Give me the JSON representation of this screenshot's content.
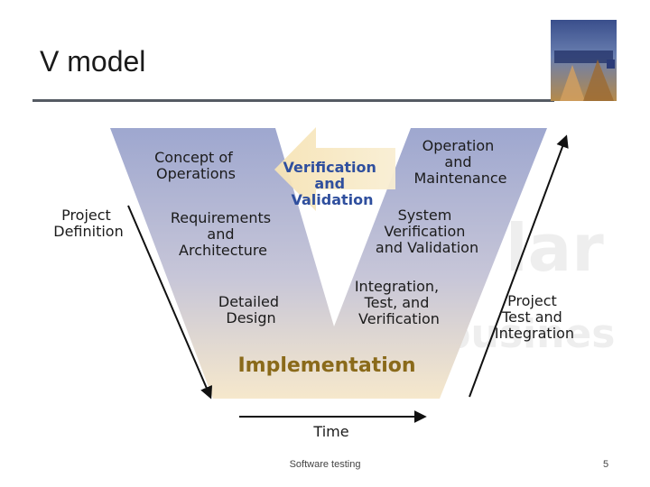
{
  "slide": {
    "title": "V model",
    "footer_text": "Software testing",
    "page_number": "5"
  },
  "diagram": {
    "left_outside": [
      "Project",
      "Definition"
    ],
    "right_outside": [
      "Project",
      "Test and",
      "Integration"
    ],
    "left_stages": [
      [
        "Concept of",
        "Operations"
      ],
      [
        "Requirements",
        "and",
        "Architecture"
      ],
      [
        "Detailed",
        "Design"
      ]
    ],
    "right_stages": [
      [
        "Operation",
        "and",
        "Maintenance"
      ],
      [
        "System",
        "Verification",
        "and Validation"
      ],
      [
        "Integration,",
        "Test, and",
        "Verification"
      ]
    ],
    "center_arrow": [
      "Verification",
      "and",
      "Validation"
    ],
    "bottom": "Implementation",
    "time_label": "Time"
  },
  "colors": {
    "v_top": "#9ea7cf",
    "v_bottom": "#f6e8cc",
    "center_arrow": "#f3dfb0",
    "verification_text": "#2f4f9e",
    "implementation_text": "#8a6a1a"
  }
}
